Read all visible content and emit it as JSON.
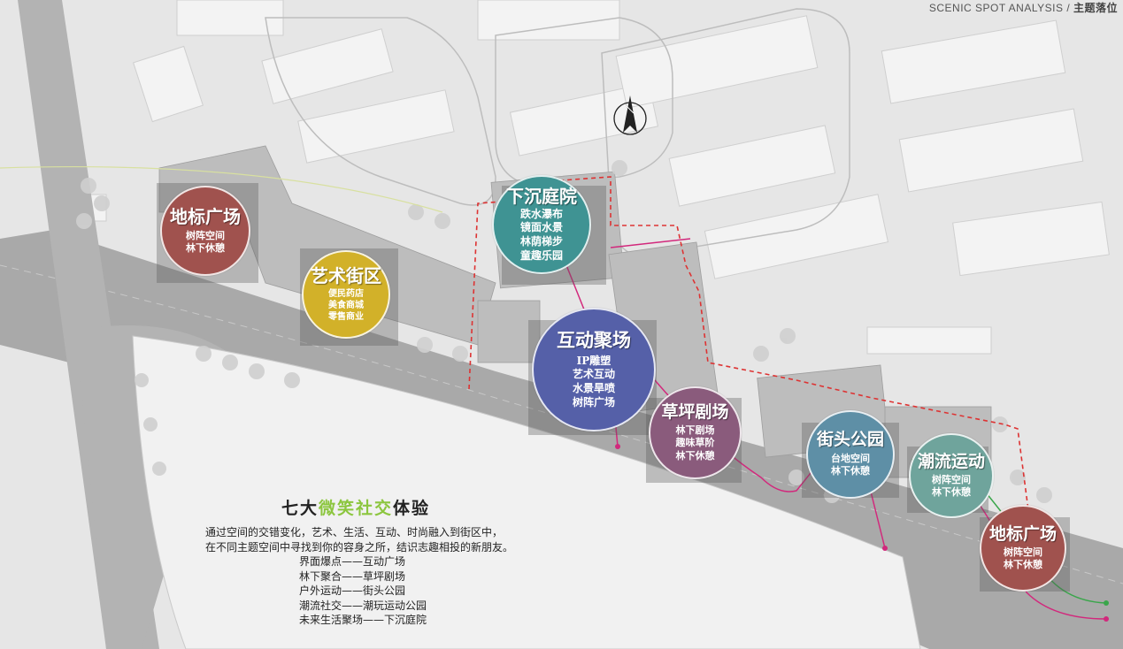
{
  "header": {
    "en": "SCENIC SPOT ANALYSIS / ",
    "zh": "主题落位"
  },
  "spots": [
    {
      "title": "地标广场",
      "features": [
        "树阵空间",
        "林下休憩"
      ],
      "color": "#a0524e"
    },
    {
      "title": "艺术街区",
      "features": [
        "便民药店",
        "美食商城",
        "零售商业"
      ],
      "color": "#d2b129"
    },
    {
      "title": "下沉庭院",
      "features": [
        "跌水瀑布",
        "镜面水景",
        "林荫梯步",
        "童趣乐园"
      ],
      "color": "#3f9393"
    },
    {
      "title": "互动聚场",
      "features": [
        "IP雕塑",
        "艺术互动",
        "水景旱喷",
        "树阵广场"
      ],
      "color": "#5560a8"
    },
    {
      "title": "草坪剧场",
      "features": [
        "林下剧场",
        "趣味草阶",
        "林下休憩"
      ],
      "color": "#8a5b7c"
    },
    {
      "title": "街头公园",
      "features": [
        "台地空间",
        "林下休憩"
      ],
      "color": "#5e8fa6"
    },
    {
      "title": "潮流运动",
      "features": [
        "树阵空间",
        "林下休憩"
      ],
      "color": "#6fa49c"
    },
    {
      "title": "地标广场",
      "features": [
        "树阵空间",
        "林下休憩"
      ],
      "color": "#a0524e"
    }
  ],
  "experience": {
    "title_pre": "七大",
    "title_hl": "微笑社交",
    "title_post": "体验",
    "intro": [
      "通过空间的交错变化，艺术、生活、互动、时尚融入到街区中，",
      "在不同主题空间中寻找到你的容身之所，结识志趣相投的新朋友。"
    ],
    "pairs": [
      "界面爆点——互动广场",
      "林下聚合——草坪剧场",
      "户外运动——街头公园",
      "潮流社交——潮玩运动公园",
      "未来生活聚场——下沉庭院"
    ]
  }
}
